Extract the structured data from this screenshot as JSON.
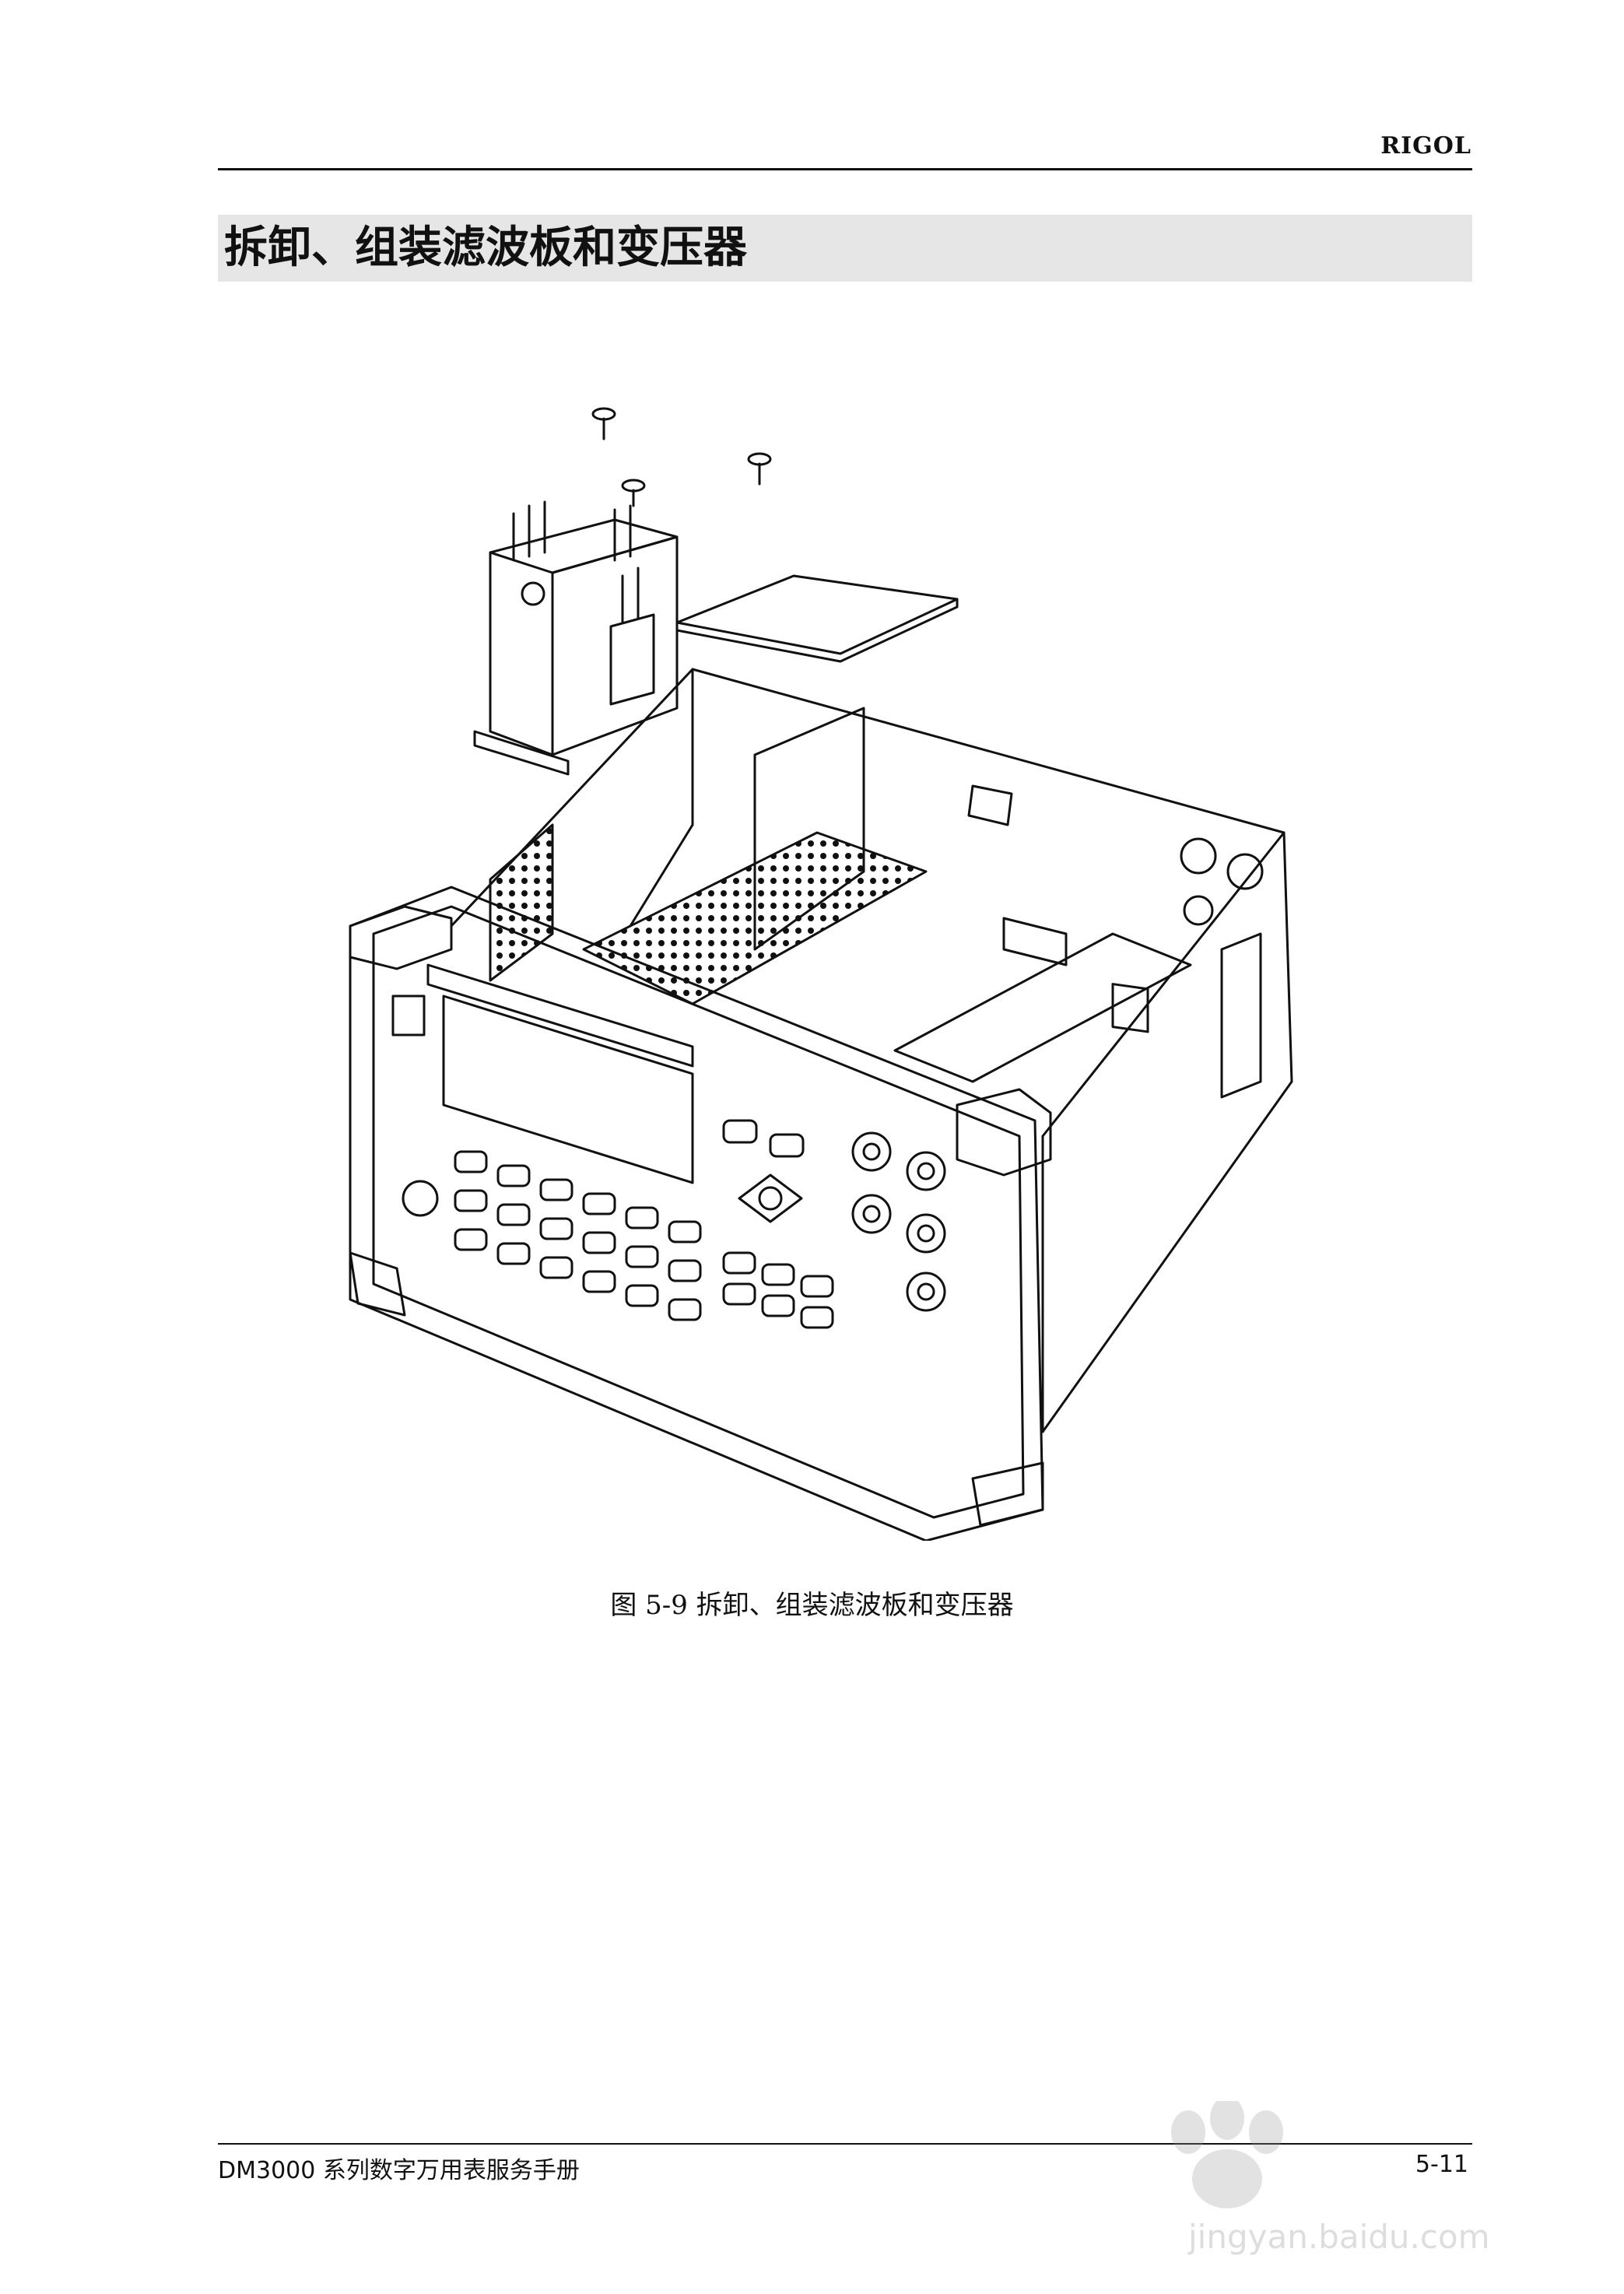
{
  "header": {
    "brand": "RIGOL"
  },
  "section": {
    "title": "拆卸、组装滤波板和变压器"
  },
  "figure": {
    "caption": "图  5-9  拆卸、组装滤波板和变压器"
  },
  "footer": {
    "left": "DM3000 系列数字万用表服务手册",
    "page": "5-11"
  },
  "watermark": {
    "text": "jingyan.baidu.com"
  }
}
